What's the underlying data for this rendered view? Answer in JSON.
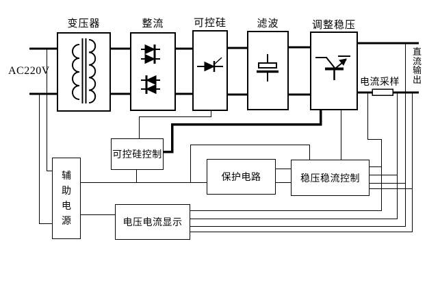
{
  "labels": {
    "ac_input": "AC220V",
    "dc_output": "直流输出",
    "transformer": "变压器",
    "rectifier": "整流",
    "scr": "可控硅",
    "filter": "滤波",
    "regulator": "调整稳压",
    "current_sampling": "电流采样",
    "scr_control": "可控硅控制",
    "aux_power": "辅助电源",
    "protection": "保护电路",
    "cv_cc_control": "稳压稳流控制",
    "volt_amp_display": "电压电流显示"
  },
  "colors": {
    "line": "#000000",
    "background": "#ffffff"
  }
}
